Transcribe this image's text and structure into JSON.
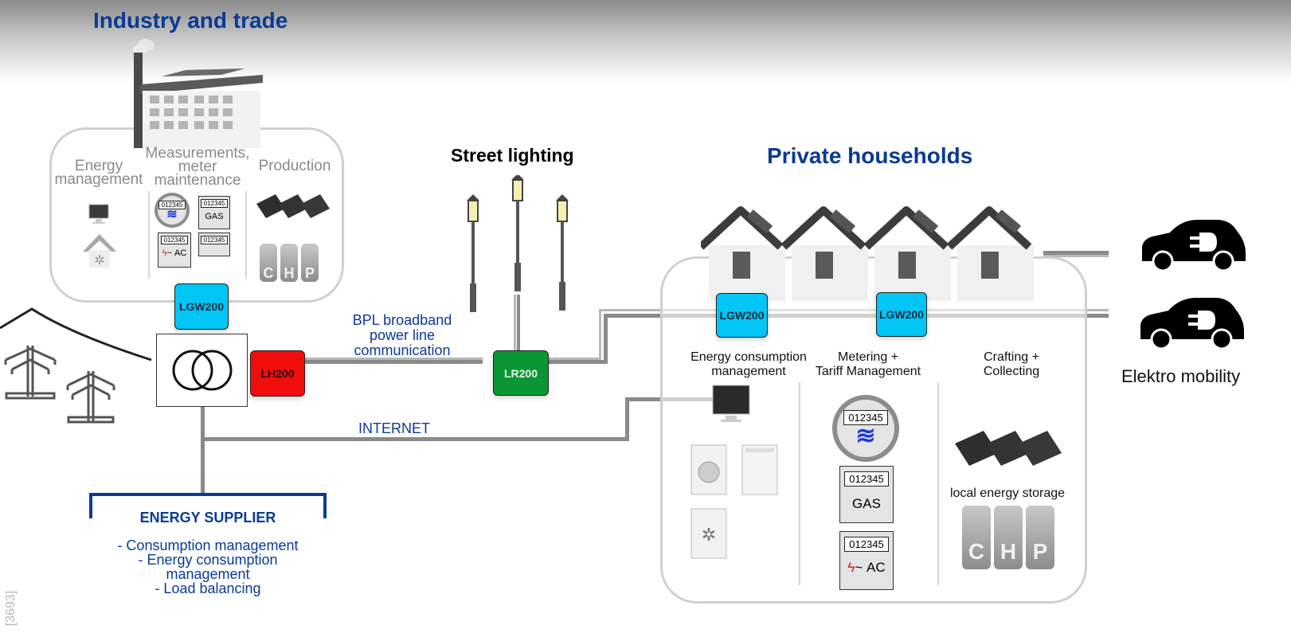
{
  "sections": {
    "industry": {
      "title": "Industry and trade",
      "columns": [
        {
          "label": "Energy management"
        },
        {
          "label": "Measurements, meter maintenance"
        },
        {
          "label": "Production"
        }
      ],
      "meters": [
        {
          "digits": "012345",
          "type": "water",
          "symbol": "≋"
        },
        {
          "digits": "012345",
          "type": "gas",
          "label": "GAS"
        },
        {
          "digits": "012345",
          "type": "electricity",
          "label": "~ AC"
        },
        {
          "digits": "012345",
          "type": "generic",
          "label": ""
        }
      ],
      "chp_letters": [
        "C",
        "H",
        "P"
      ]
    },
    "street_lighting": {
      "title": "Street lighting"
    },
    "households": {
      "title": "Private households",
      "columns": [
        {
          "line1": "Energy consumption",
          "line2": "management"
        },
        {
          "line1": "Metering +",
          "line2": "Tariff Management"
        },
        {
          "line1": "Crafting +",
          "line2": "Collecting"
        }
      ],
      "meters": [
        {
          "digits": "012345",
          "type": "water",
          "symbol": "≋"
        },
        {
          "digits": "012345",
          "type": "gas",
          "label": "GAS"
        },
        {
          "digits": "012345",
          "type": "electricity",
          "label": "~ AC"
        }
      ],
      "storage_label": "local energy storage",
      "chp_letters": [
        "C",
        "H",
        "P"
      ]
    },
    "mobility": {
      "label": "Elektro mobility"
    }
  },
  "devices": {
    "lgw_industry": "LGW200",
    "lh": "LH200",
    "lr": "LR200",
    "lgw_house1": "LGW200",
    "lgw_house2": "LGW200"
  },
  "links": {
    "bpl": {
      "line1": "BPL broadband",
      "line2": "power line",
      "line3": "communication"
    },
    "internet": "INTERNET"
  },
  "supplier": {
    "title": "ENERGY SUPPLIER",
    "items": [
      "- Consumption management",
      "- Energy consumption",
      "management",
      "- Load balancing"
    ]
  },
  "figure_id": "[3693]",
  "colors": {
    "gateway": "#00c5f5",
    "headend": "#f20d0d",
    "router": "#0a9633",
    "brand_blue": "#0a3a96"
  }
}
